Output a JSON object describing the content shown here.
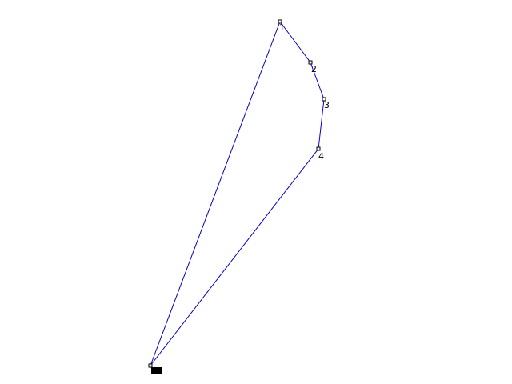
{
  "colors": {
    "background": "#ffffff",
    "edge": "#0000cc",
    "vertex_marker": "#000000",
    "label": "#000000"
  },
  "polygon": {
    "vertices": [
      {
        "label": "1"
      },
      {
        "label": "2"
      },
      {
        "label": "3"
      },
      {
        "label": "4"
      },
      {
        "label": "5"
      }
    ]
  }
}
